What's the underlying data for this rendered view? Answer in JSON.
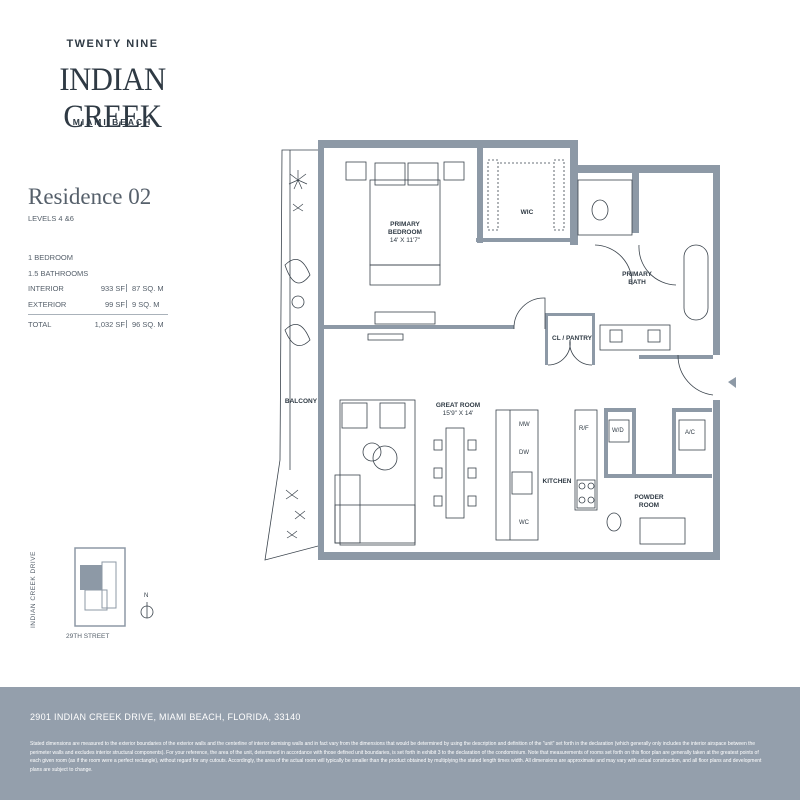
{
  "brand": {
    "top": "TWENTY NINE",
    "name": "INDIAN CREEK",
    "location": "MIAMI BEACH"
  },
  "residence": {
    "title": "Residence 02",
    "levels": "LEVELS 4 &6",
    "bedrooms": "1 BEDROOM",
    "bathrooms": "1.5 BATHROOMS",
    "areas": [
      {
        "label": "INTERIOR",
        "sf": "933 SF",
        "m": "87 SQ. M"
      },
      {
        "label": "EXTERIOR",
        "sf": "99 SF",
        "m": "9 SQ. M"
      }
    ],
    "total": {
      "label": "TOTAL",
      "sf": "1,032 SF",
      "m": "96 SQ. M"
    }
  },
  "plan": {
    "rooms": {
      "primary_bedroom": "PRIMARY\nBEDROOM",
      "primary_bedroom_dim": "14' X 11'7\"",
      "wic": "WIC",
      "primary_bath": "PRIMARY\nBATH",
      "cl_pantry": "CL / PANTRY",
      "balcony": "BALCONY",
      "great_room": "GREAT ROOM",
      "great_room_dim": "15'9\" X 14'",
      "kitchen": "KITCHEN",
      "powder_room": "POWDER\nROOM",
      "wd": "W/D",
      "ac": "A/C",
      "mw": "MW",
      "dw": "DW",
      "wc": "WC",
      "rf": "R/F"
    },
    "colors": {
      "wall": "#8d99a6",
      "line": "#3a434c"
    }
  },
  "keyplan": {
    "road": "INDIAN CREEK DRIVE",
    "street": "29TH STREET",
    "north": "N"
  },
  "footer": {
    "address": "2901 INDIAN CREEK DRIVE, MIAMI BEACH, FLORIDA, 33140",
    "disclaimer": "Stated dimensions are measured to the exterior boundaries of the exterior walls and the centerline of interior demising walls and in fact vary from the dimensions that would be determined by using the description and definition of the \"unit\" set forth in the declaration (which generally only includes the interior airspace between the perimeter walls and excludes interior structural components). For your reference, the area of the unit, determined in accordance with those defined unit boundaries, is set forth in exhibit 3 to the declaration of the condominium. Note that measurements of rooms set forth on this floor plan are generally taken at the greatest points of each given room (as if the room were a perfect rectangle), without regard for any cutouts. Accordingly, the area of the actual room will typically be smaller than the product obtained by multiplying the stated length times width. All dimensions are approximate and may vary with actual construction, and all floor plans and development plans are subject to change.",
    "color": "#949fac"
  }
}
